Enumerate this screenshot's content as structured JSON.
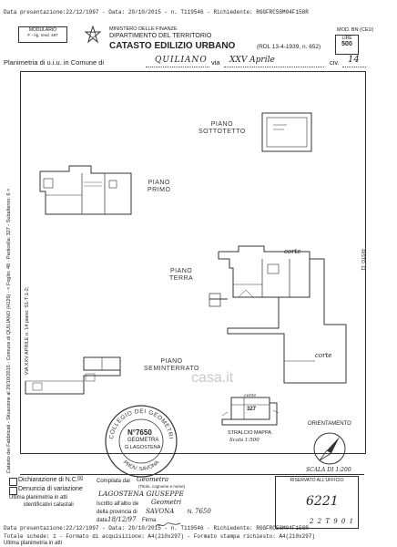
{
  "header": {
    "line1": "Data presentazione:22/12/1997 - Data: 29/10/2015 - n. T119546 - Richiedente: RGGFRC58M04F158R",
    "modulario": "MODULARIO",
    "modulario_sub": "F - rig. rend. 497",
    "ministry": "MINISTERO DELLE FINANZE",
    "department": "DIPARTIMENTO DEL TERRITORIO",
    "title": "CATASTO EDILIZIO URBANO",
    "law": "(RDL 13-4-1939, n. 652)",
    "mod": "MOD. BN (CEU)",
    "price_label": "LIRE",
    "price": "500",
    "planimetria_prefix": "Planimetria di u.i.u. in Comune di",
    "comune": "QUILIANO",
    "via_label": "via",
    "via": "XXV Aprile",
    "civ_label": "civ.",
    "civ": "14"
  },
  "side_text": {
    "left_main": "Catasto dei Fabbricati - Situazione al 29/10/2015 - Comune di QUILIANO (H126) - < Foglio: 48 - Particella: 327 - Subalterno: 6 >",
    "left_sub": "VIA XXV APRILE n. 14 piano: S1-T-1-2;",
    "right": "RISTO. 11"
  },
  "plan_labels": {
    "sottotetto": [
      "PIANO",
      "SOTTOTETTO"
    ],
    "primo": [
      "PIANO",
      "PRIMO"
    ],
    "terra": [
      "PIANO",
      "TERRA"
    ],
    "seminterrato": [
      "PIANO",
      "SEMINTERRATO"
    ],
    "corte1": "corte",
    "corte2": "corte",
    "corte3": "corte"
  },
  "stamp": {
    "top_arc": "COLLEGIO DEI GEOMETRI",
    "bottom_arc": "PROV. SAVONA",
    "number": "N°7650",
    "role": "GEOMETRA",
    "name": "G.LAGOSTENA"
  },
  "map": {
    "caption": "STRALCIO MAPPA",
    "scale": "Scala 1:500",
    "parcel": "327",
    "top_label": "corte"
  },
  "orientation": {
    "label": "ORIENTAMENTO",
    "scale": "SCALA DI 1:200",
    "watermark": "casa.it"
  },
  "footer": {
    "dich_label": "Dichiarazione di N.C.",
    "denuncia_label": "Denuncia di variazione",
    "ultima_label": "Ultima planimetria in atti",
    "identificativi": "identificativi catastali",
    "compilata_label": "Compilata dal",
    "compilata_value": "Geometra",
    "compilata_sub": "(Titolo, cognome e nome)",
    "name_value": "LAGOSTENA GIUSEPPE",
    "iscritto_label": "Iscritto all'albo de",
    "iscritto_value": "Geometri",
    "prov_label": "della provincia di",
    "prov_value": "SAVONA",
    "numero_label": "N.",
    "numero_value": "7650",
    "data_label": "data",
    "data_value": "18/12/97",
    "firma_label": "Firma",
    "riservato": "RISERVATO ALL'UFFICIO",
    "office_num": "6221",
    "office_code": "2 2 T 9 0 1"
  },
  "bottom": {
    "line1": "Data presentazione:22/12/1997 - Data: 29/10/2015 - n. T119546 - Richiedente: RGGFRC58M04F158R",
    "line2": "Totale schede: 1 - Formato di acquisizione: A4(210x297) - Formato stampa richiesto: A4(210x297)",
    "ultima": "Ultima planimetria in atti"
  }
}
